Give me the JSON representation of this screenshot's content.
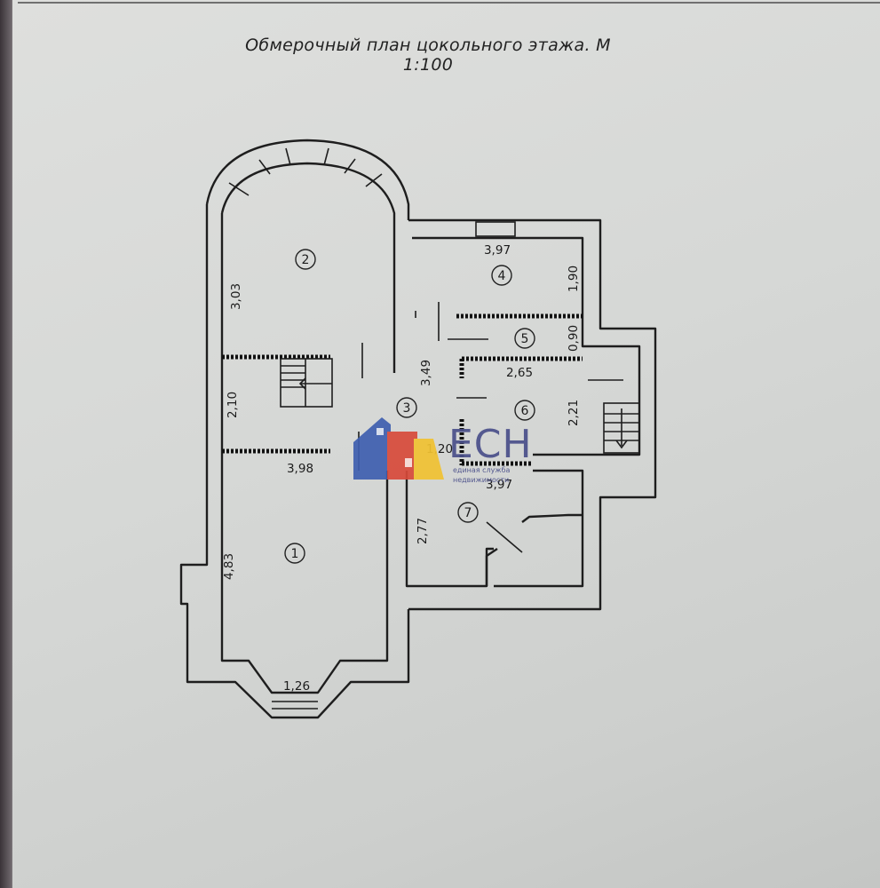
{
  "title": "Обмерочный план цокольного этажа. М 1:100",
  "rooms": [
    {
      "number": "1"
    },
    {
      "number": "2"
    },
    {
      "number": "3"
    },
    {
      "number": "4"
    },
    {
      "number": "5"
    },
    {
      "number": "6"
    },
    {
      "number": "7"
    }
  ],
  "dimensions": {
    "room2_height": "3,03",
    "room4_width": "3,97",
    "room4_height": "1,90",
    "room5_height": "0,90",
    "room6_width": "2,65",
    "room3_height": "3,49",
    "stair_span": "2,10",
    "room6_height": "2,21",
    "corridor_width": "1,20",
    "room7_width": "3,97",
    "room1_top_width": "3,98",
    "room7_height": "2,77",
    "room1_height": "4,83",
    "bay_width": "1,26"
  },
  "watermark": {
    "letters": "ЕСН",
    "sub1": "единая служба",
    "sub2": "недвижимости",
    "colors": {
      "blue": "#3f5fb0",
      "red": "#d84a3a",
      "yellow": "#f1c232",
      "text": "#4a4f8a"
    }
  }
}
